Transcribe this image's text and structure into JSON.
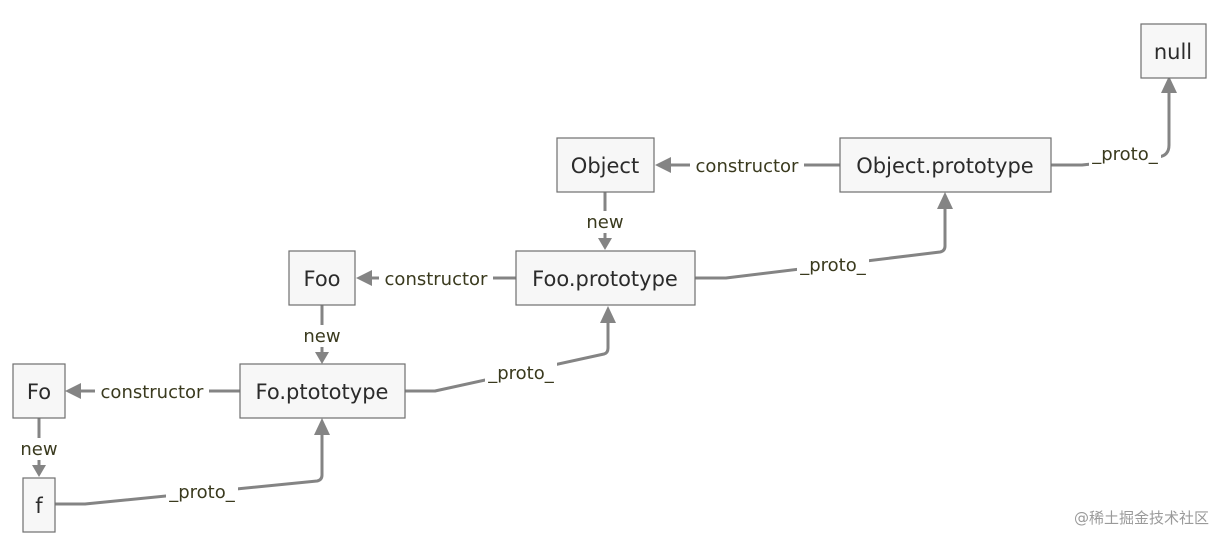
{
  "nodes": {
    "null_node": "null",
    "object": "Object",
    "object_prototype": "Object.prototype",
    "foo": "Foo",
    "foo_prototype": "Foo.prototype",
    "fo": "Fo",
    "fo_prototype": "Fo.ptototype",
    "f": "f"
  },
  "edges": {
    "object_proto": "_proto_",
    "object_constructor": "constructor",
    "object_new": "new",
    "foo_proto": "_proto_",
    "foo_constructor": "constructor",
    "foo_new": "new",
    "fo_proto": "_proto_",
    "fo_constructor": "constructor",
    "fo_new": "new",
    "f_proto": "_proto_"
  },
  "watermark": "@稀土掘金技术社区",
  "colors": {
    "edge": "#848484",
    "node_fill": "#f7f7f7",
    "node_border": "#6f6f6f"
  }
}
